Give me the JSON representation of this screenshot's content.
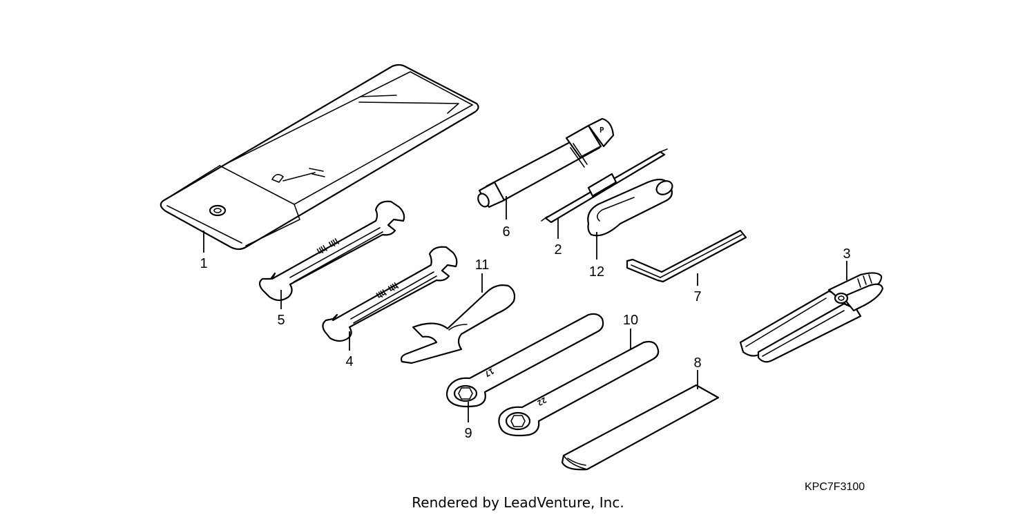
{
  "callouts": {
    "pouch": "1",
    "pin_spanner": "2",
    "pliers": "3",
    "wrench_small": "4",
    "wrench_large": "5",
    "extension_bar": "6",
    "hex_key": "7",
    "grip": "8",
    "box_wrench_17": "9",
    "box_wrench_22": "10",
    "hook_spanner": "11",
    "screwdriver_handle": "12"
  },
  "stamps": {
    "box_wrench_17_size": "17",
    "box_wrench_22_size": "22",
    "extension_marking": "P"
  },
  "diagram_code": "KPC7F3100",
  "footer": "Rendered by LeadVenture, Inc."
}
